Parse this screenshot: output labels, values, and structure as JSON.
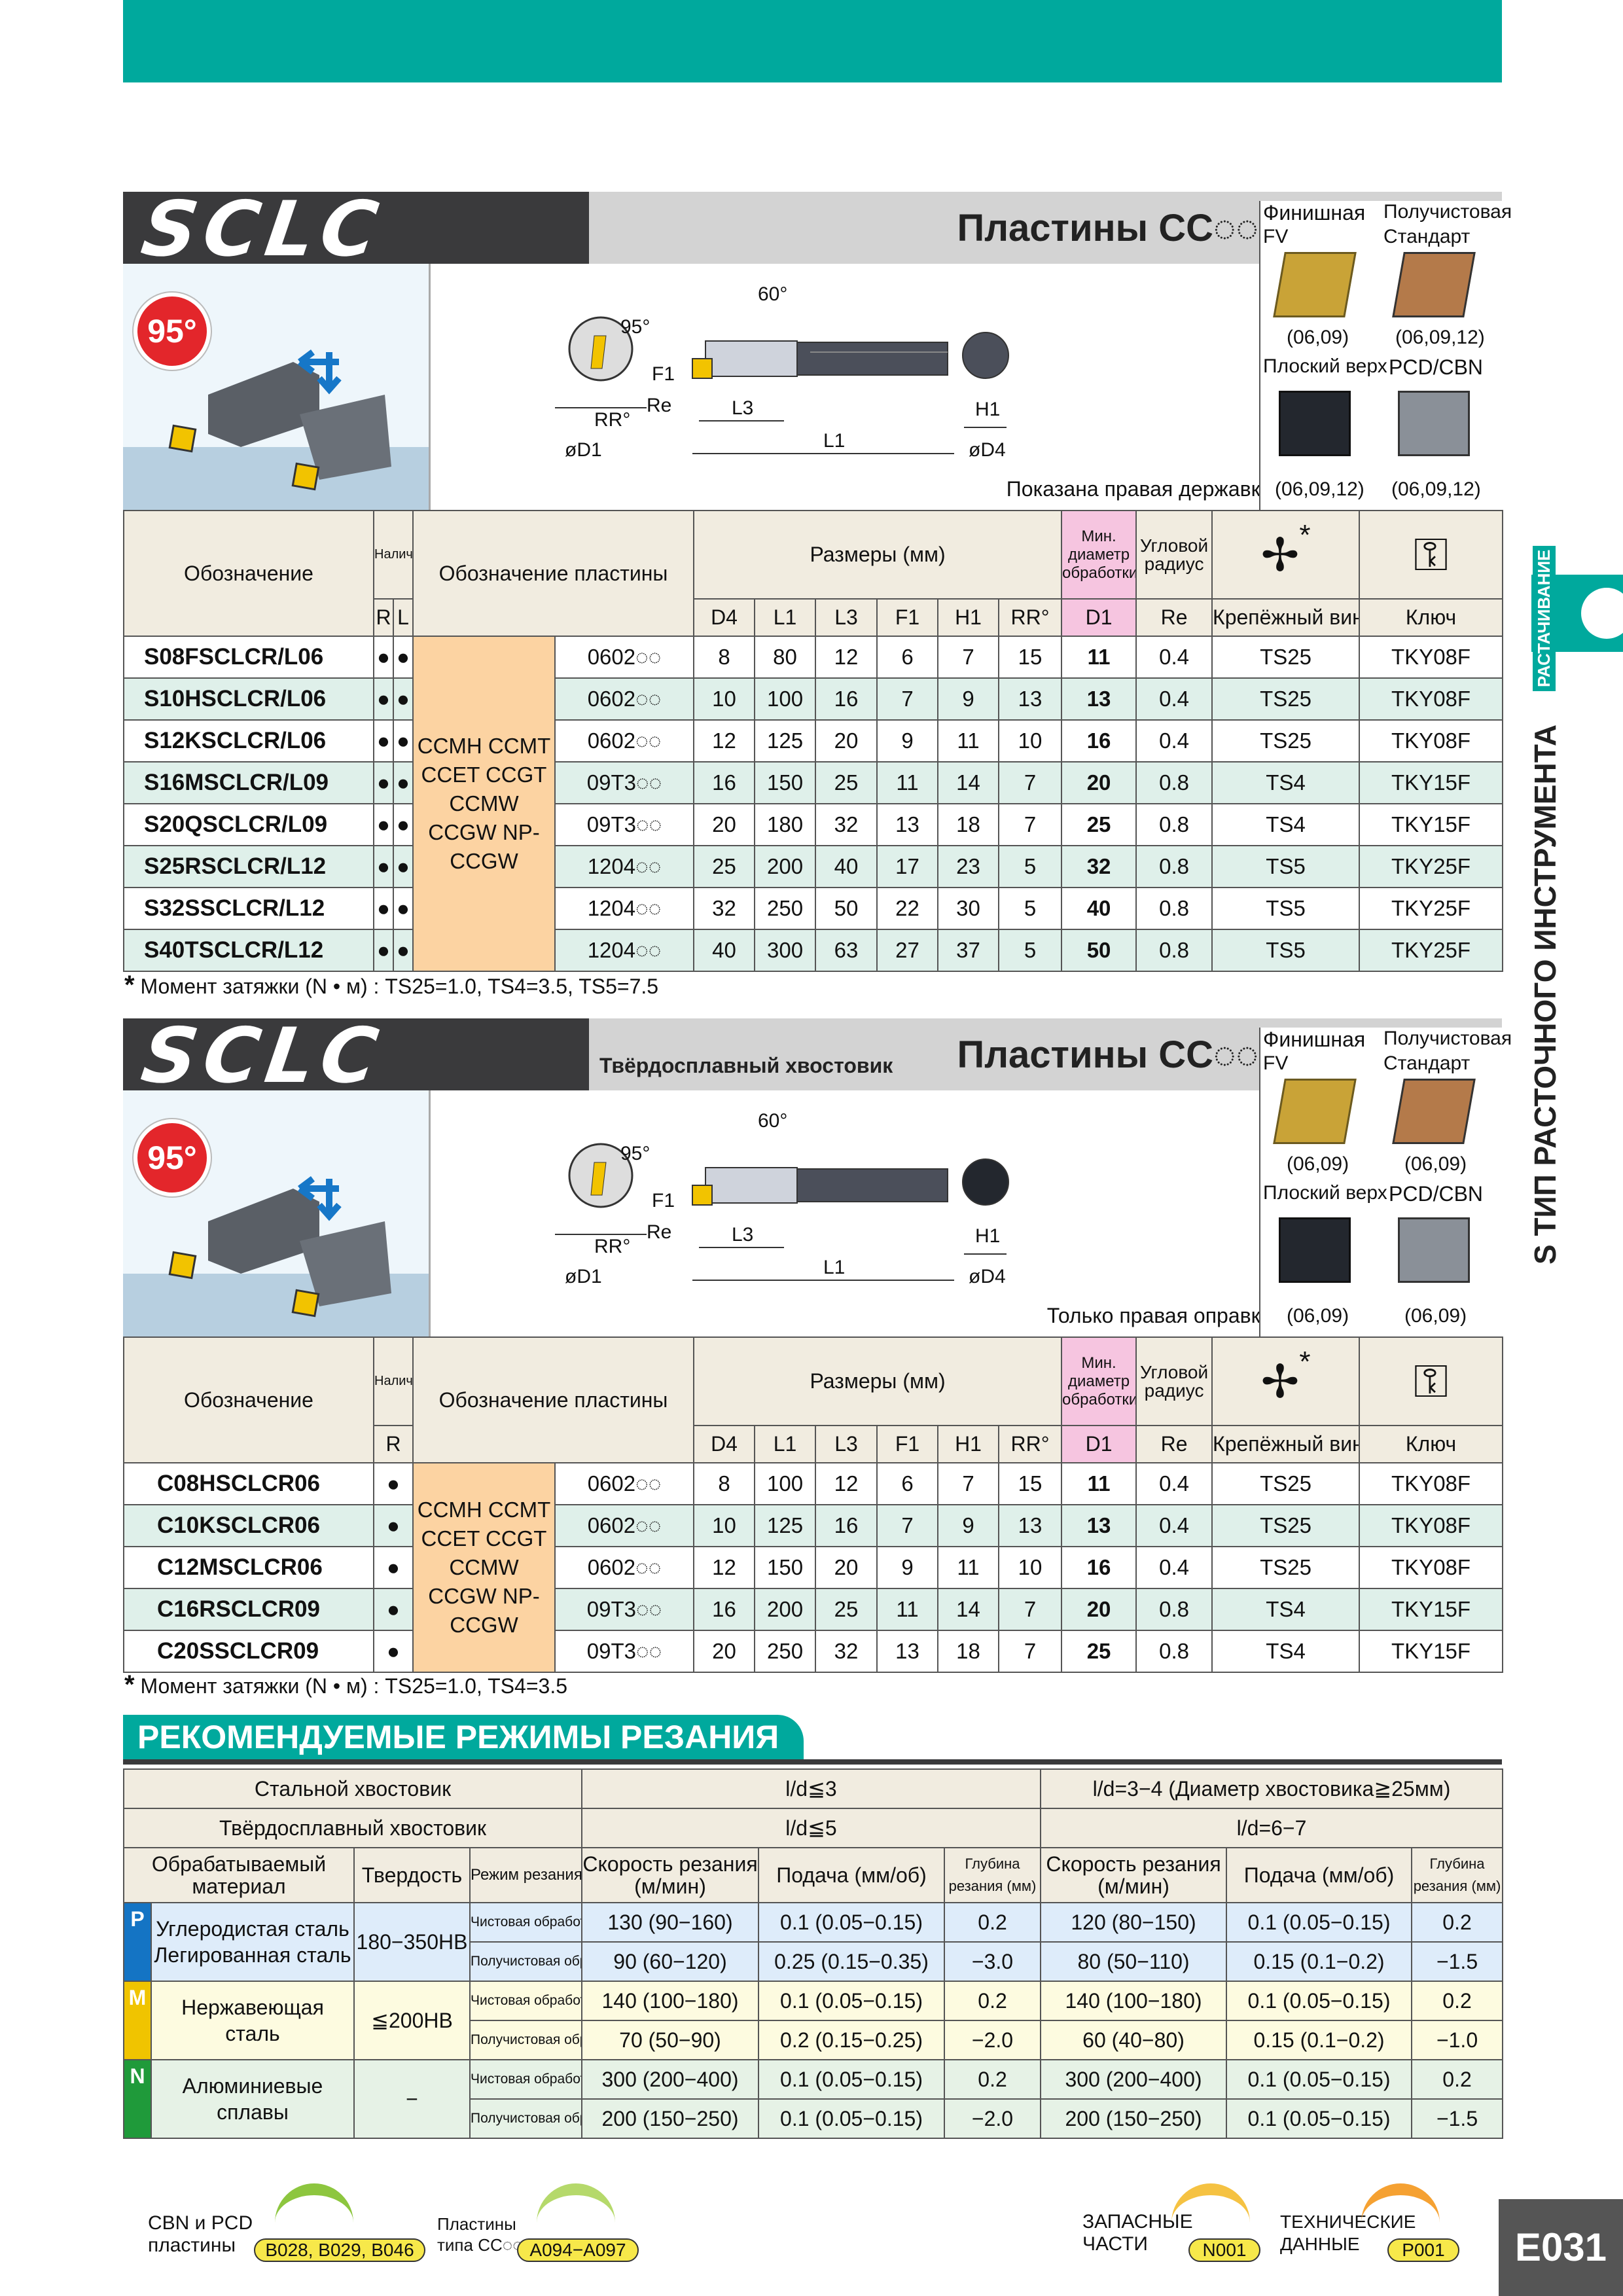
{
  "section1": {
    "logo": "SCLC",
    "inserts_title": "Пластины CC◌◌",
    "angle": "95°",
    "diagram_labels": {
      "a60": "60°",
      "a95": "95°",
      "f1": "F1",
      "re": "Re",
      "rr": "RR°",
      "l3": "L3",
      "l1": "L1",
      "h1": "H1",
      "d1": "øD1",
      "d4": "øD4"
    },
    "note": "Показана правая державка.",
    "grades": [
      {
        "name": "Финишная",
        "sub": "FV",
        "sizes": "(06,09)"
      },
      {
        "name": "Получистовая",
        "sub": "Стандарт",
        "sizes": "(06,09,12)"
      },
      {
        "name": "Плоский верх",
        "sub": "",
        "sizes": "(06,09,12)"
      },
      {
        "name": "PCD/CBN",
        "sub": "",
        "sizes": "(06,09,12)"
      }
    ],
    "headers": {
      "designation": "Обозначение",
      "availability": "Наличие",
      "r": "R",
      "l": "L",
      "insert": "Обозначение пластины",
      "dims": "Размеры (мм)",
      "min_d": "Мин. диаметр обработки",
      "corner": "Угловой радиус",
      "d4": "D4",
      "l1": "L1",
      "l3": "L3",
      "f1": "F1",
      "h1": "H1",
      "rr": "RR°",
      "d1": "D1",
      "re": "Re",
      "screw": "Крепёжный винт",
      "key": "Ключ",
      "star": "*"
    },
    "insert_types": "CCMH CCMT CCET CCGT CCMW CCGW NP-CCGW",
    "rows": [
      {
        "d": "S08FSCLCR/L06",
        "r": "●",
        "l": "●",
        "ins": "0602◌◌",
        "d4": "8",
        "l1": "80",
        "l3": "12",
        "f1": "6",
        "h1": "7",
        "rr": "15",
        "d1": "11",
        "re": "0.4",
        "screw": "TS25",
        "key": "TKY08F"
      },
      {
        "d": "S10HSCLCR/L06",
        "r": "●",
        "l": "●",
        "ins": "0602◌◌",
        "d4": "10",
        "l1": "100",
        "l3": "16",
        "f1": "7",
        "h1": "9",
        "rr": "13",
        "d1": "13",
        "re": "0.4",
        "screw": "TS25",
        "key": "TKY08F"
      },
      {
        "d": "S12KSCLCR/L06",
        "r": "●",
        "l": "●",
        "ins": "0602◌◌",
        "d4": "12",
        "l1": "125",
        "l3": "20",
        "f1": "9",
        "h1": "11",
        "rr": "10",
        "d1": "16",
        "re": "0.4",
        "screw": "TS25",
        "key": "TKY08F"
      },
      {
        "d": "S16MSCLCR/L09",
        "r": "●",
        "l": "●",
        "ins": "09T3◌◌",
        "d4": "16",
        "l1": "150",
        "l3": "25",
        "f1": "11",
        "h1": "14",
        "rr": "7",
        "d1": "20",
        "re": "0.8",
        "screw": "TS4",
        "key": "TKY15F"
      },
      {
        "d": "S20QSCLCR/L09",
        "r": "●",
        "l": "●",
        "ins": "09T3◌◌",
        "d4": "20",
        "l1": "180",
        "l3": "32",
        "f1": "13",
        "h1": "18",
        "rr": "7",
        "d1": "25",
        "re": "0.8",
        "screw": "TS4",
        "key": "TKY15F"
      },
      {
        "d": "S25RSCLCR/L12",
        "r": "●",
        "l": "●",
        "ins": "1204◌◌",
        "d4": "25",
        "l1": "200",
        "l3": "40",
        "f1": "17",
        "h1": "23",
        "rr": "5",
        "d1": "32",
        "re": "0.8",
        "screw": "TS5",
        "key": "TKY25F"
      },
      {
        "d": "S32SSCLCR/L12",
        "r": "●",
        "l": "●",
        "ins": "1204◌◌",
        "d4": "32",
        "l1": "250",
        "l3": "50",
        "f1": "22",
        "h1": "30",
        "rr": "5",
        "d1": "40",
        "re": "0.8",
        "screw": "TS5",
        "key": "TKY25F"
      },
      {
        "d": "S40TSCLCR/L12",
        "r": "●",
        "l": "●",
        "ins": "1204◌◌",
        "d4": "40",
        "l1": "300",
        "l3": "63",
        "f1": "27",
        "h1": "37",
        "rr": "5",
        "d1": "50",
        "re": "0.8",
        "screw": "TS5",
        "key": "TKY25F"
      }
    ],
    "footnote": "Момент затяжки (N • м) : TS25=1.0, TS4=3.5, TS5=7.5"
  },
  "section2": {
    "logo": "SCLC",
    "carbide": "Твёрдосплавный  хвостовик",
    "inserts_title": "Пластины CC◌◌",
    "angle": "95°",
    "note": "Только правая оправка.",
    "grades": [
      {
        "name": "Финишная",
        "sub": "FV",
        "sizes": "(06,09)"
      },
      {
        "name": "Получистовая",
        "sub": "Стандарт",
        "sizes": "(06,09)"
      },
      {
        "name": "Плоский верх",
        "sub": "",
        "sizes": "(06,09)"
      },
      {
        "name": "PCD/CBN",
        "sub": "",
        "sizes": "(06,09)"
      }
    ],
    "rows": [
      {
        "d": "C08HSCLCR06",
        "r": "●",
        "ins": "0602◌◌",
        "d4": "8",
        "l1": "100",
        "l3": "12",
        "f1": "6",
        "h1": "7",
        "rr": "15",
        "d1": "11",
        "re": "0.4",
        "screw": "TS25",
        "key": "TKY08F"
      },
      {
        "d": "C10KSCLCR06",
        "r": "●",
        "ins": "0602◌◌",
        "d4": "10",
        "l1": "125",
        "l3": "16",
        "f1": "7",
        "h1": "9",
        "rr": "13",
        "d1": "13",
        "re": "0.4",
        "screw": "TS25",
        "key": "TKY08F"
      },
      {
        "d": "C12MSCLCR06",
        "r": "●",
        "ins": "0602◌◌",
        "d4": "12",
        "l1": "150",
        "l3": "20",
        "f1": "9",
        "h1": "11",
        "rr": "10",
        "d1": "16",
        "re": "0.4",
        "screw": "TS25",
        "key": "TKY08F"
      },
      {
        "d": "C16RSCLCR09",
        "r": "●",
        "ins": "09T3◌◌",
        "d4": "16",
        "l1": "200",
        "l3": "25",
        "f1": "11",
        "h1": "14",
        "rr": "7",
        "d1": "20",
        "re": "0.8",
        "screw": "TS4",
        "key": "TKY15F"
      },
      {
        "d": "C20SSCLCR09",
        "r": "●",
        "ins": "09T3◌◌",
        "d4": "20",
        "l1": "250",
        "l3": "32",
        "f1": "13",
        "h1": "18",
        "rr": "7",
        "d1": "25",
        "re": "0.8",
        "screw": "TS4",
        "key": "TKY15F"
      }
    ],
    "footnote": "Момент затяжки (N • м) : TS25=1.0, TS4=3.5"
  },
  "cutting": {
    "title": "РЕКОМЕНДУЕМЫЕ РЕЖИМЫ РЕЗАНИЯ",
    "steel_shank": "Стальной хвостовик",
    "carbide_shank": "Твёрдосплавный  хвостовик",
    "ld1": "l/d≦3",
    "ld2": "l/d=3−4 (Диаметр хвостовика≧25мм)",
    "ld3": "l/d≦5",
    "ld4": "l/d=6−7",
    "material": "Обрабатываемый материал",
    "hardness": "Твердость",
    "mode": "Режим резания",
    "speed": "Скорость резания (м/мин)",
    "feed": "Подача (мм/об)",
    "depth": "Глубина резания (мм)",
    "finish": "Чистовая обработка",
    "semi": "Получистовая обработка",
    "groups": [
      {
        "tag": "P",
        "color": "#1474c4",
        "material": "Углеродистая сталь Легированная сталь",
        "hardness": "180−350HB",
        "rows": [
          [
            "130 (90−160)",
            "0.1 (0.05−0.15)",
            "0.2",
            "120 (80−150)",
            "0.1 (0.05−0.15)",
            "0.2"
          ],
          [
            "90 (60−120)",
            "0.25 (0.15−0.35)",
            "−3.0",
            "80 (50−110)",
            "0.15 (0.1−0.2)",
            "−1.5"
          ]
        ]
      },
      {
        "tag": "M",
        "color": "#f0c400",
        "material": "Нержавеющая сталь",
        "hardness": "≦200HB",
        "rows": [
          [
            "140 (100−180)",
            "0.1 (0.05−0.15)",
            "0.2",
            "140 (100−180)",
            "0.1 (0.05−0.15)",
            "0.2"
          ],
          [
            "70 (50−90)",
            "0.2 (0.15−0.25)",
            "−2.0",
            "60 (40−80)",
            "0.15 (0.1−0.2)",
            "−1.0"
          ]
        ]
      },
      {
        "tag": "N",
        "color": "#1f9a3a",
        "material": "Алюминиевые сплавы",
        "hardness": "−",
        "rows": [
          [
            "300 (200−400)",
            "0.1 (0.05−0.15)",
            "0.2",
            "300 (200−400)",
            "0.1 (0.05−0.15)",
            "0.2"
          ],
          [
            "200 (150−250)",
            "0.1 (0.05−0.15)",
            "−2.0",
            "200 (150−250)",
            "0.1 (0.05−0.15)",
            "−1.5"
          ]
        ]
      }
    ]
  },
  "sidebar": {
    "label": "РАСТАЧИВАНИЕ",
    "vertical": "S ТИП РАСТОЧНОГО ИНСТРУМЕНТА",
    "page": "E031"
  },
  "footer": {
    "cbn_label": "CBN и PCD пластины",
    "cbn_ref": "B028, B029, B046",
    "cc_label": "Пластины типа CC◌◌",
    "cc_ref": "A094−A097",
    "spare_label": "ЗАПАСНЫЕ ЧАСТИ",
    "spare_ref": "N001",
    "tech_label": "ТЕХНИЧЕСКИЕ ДАННЫЕ",
    "tech_ref": "P001"
  },
  "colors": {
    "teal": "#00a99d",
    "insert_col": "#fcd3a2",
    "min_d": "#f6c5e0",
    "row_alt": "#dff0ea"
  }
}
